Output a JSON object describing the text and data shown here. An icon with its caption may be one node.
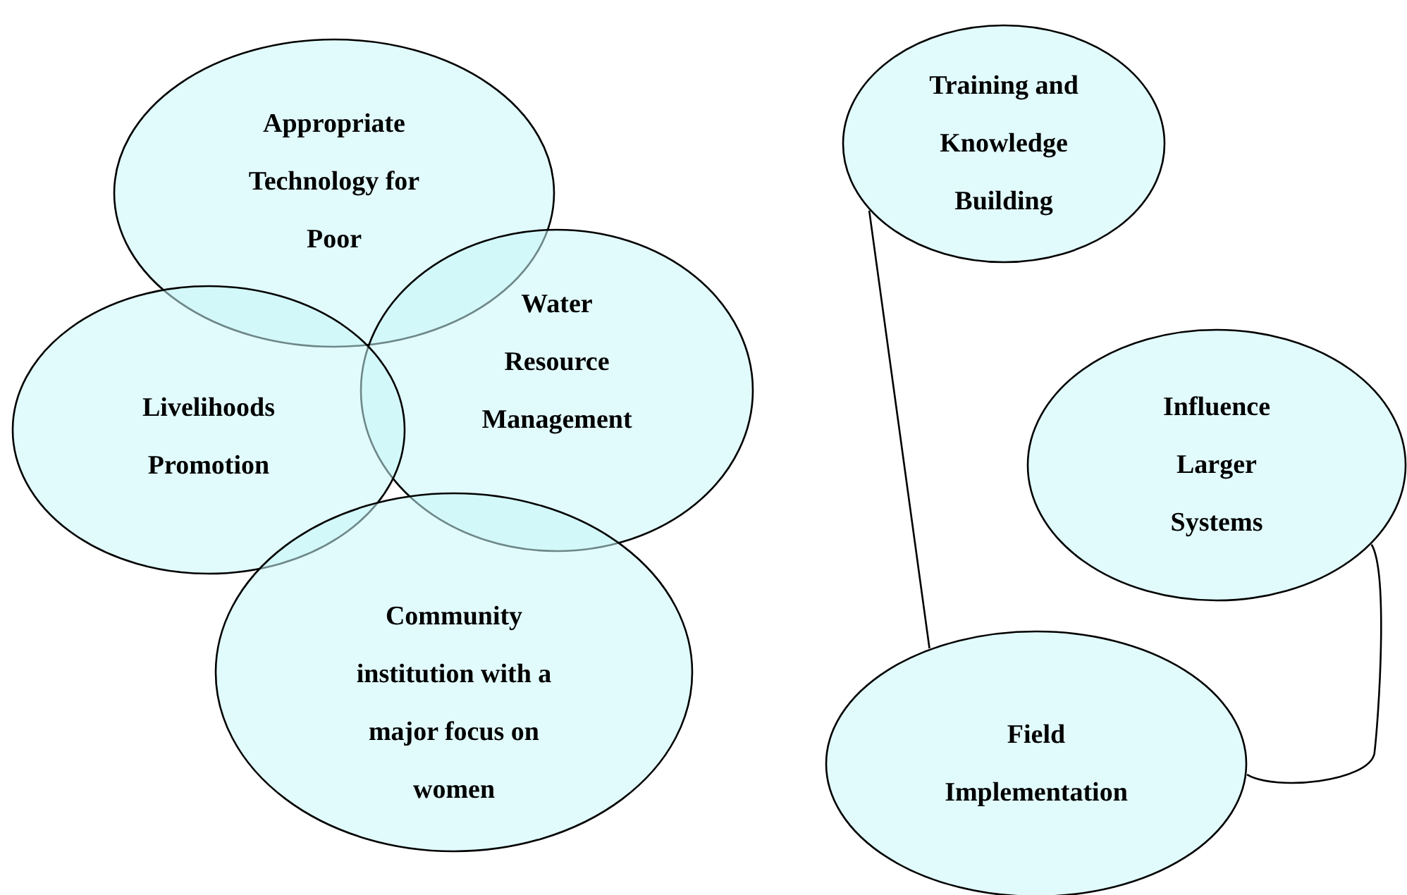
{
  "diagram": {
    "nodes": [
      {
        "text": [
          "Appropriate Technology for Poor"
        ]
      },
      {
        "text": [
          "Water Resource Management"
        ]
      },
      {
        "text": [
          "Livelihoods Promotion"
        ]
      },
      {
        "text": [
          "Community institution with a major focus on women"
        ]
      },
      {
        "text": [
          "Training and Knowledge Building"
        ]
      },
      {
        "text": [
          "Influence Larger Systems"
        ]
      },
      {
        "text": [
          "Field Implementation"
        ]
      }
    ],
    "edges": [
      {
        "from": 4,
        "to": 6,
        "arrow": "none"
      },
      {
        "from": 5,
        "to": 6,
        "arrow": "none"
      }
    ]
  }
}
